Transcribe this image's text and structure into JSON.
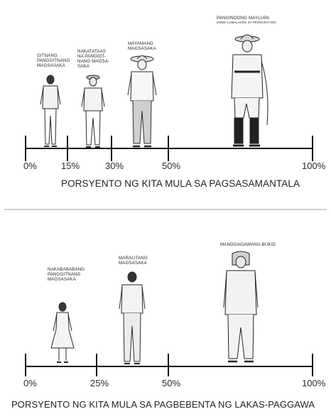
{
  "top_panel": {
    "figures": [
      {
        "label": "GITNANG PANGGITNANG MAGSASAKA",
        "lines": [
          "GITNANG",
          "PANGGITNANG",
          "MAGSASAKA"
        ],
        "sub": ""
      },
      {
        "label": "NAKATATAAS NA PANGGIT-NANG MAGSA-SAKA",
        "lines": [
          "NAKATATAAS",
          "NA PANGGIT-",
          "NANG MAGSA-",
          "SAKA"
        ],
        "sub": ""
      },
      {
        "label": "MAYAMANG MAGSASAKA",
        "lines": [
          "MAYAMANG",
          "MAGSASAKA"
        ],
        "sub": ""
      },
      {
        "label": "PANGINOONG MAYLUPA",
        "lines": [
          "PANGINOONG MAYLUPA"
        ],
        "sub": "(HINDI LUMALAHOK SA PRODUKSYON)"
      }
    ],
    "ticks": [
      "0%",
      "15%",
      "30%",
      "50%",
      "100%"
    ],
    "caption": "PORSYENTO NG KITA MULA SA PAGSASAMANTALA"
  },
  "bottom_panel": {
    "figures": [
      {
        "label": "NAKABABABANG PANGGITNANG MAGSASAKA",
        "lines": [
          "NAKABABABANG",
          "PANGGITNANG",
          "MAGSASAKA"
        ],
        "sub": ""
      },
      {
        "label": "MARALITANG MAGSASAKA",
        "lines": [
          "MARALITANG",
          "MAGSASAKA"
        ],
        "sub": ""
      },
      {
        "label": "MANGGAGAWANG-BUKID",
        "lines": [
          "MANGGAGAWANG-BUKID"
        ],
        "sub": ""
      }
    ],
    "ticks": [
      "0%",
      "25%",
      "50%",
      "100%"
    ],
    "caption": "PORSYENTO NG KITA MULA SA PAGBEBENTA NG LAKAS-PAGGAWA"
  },
  "colors": {
    "ink": "#1f1f1f",
    "divider": "#cfcfcf",
    "background": "#ffffff"
  },
  "icons": [
    "peasant-figure",
    "landlord-figure",
    "farmworker-figure"
  ]
}
